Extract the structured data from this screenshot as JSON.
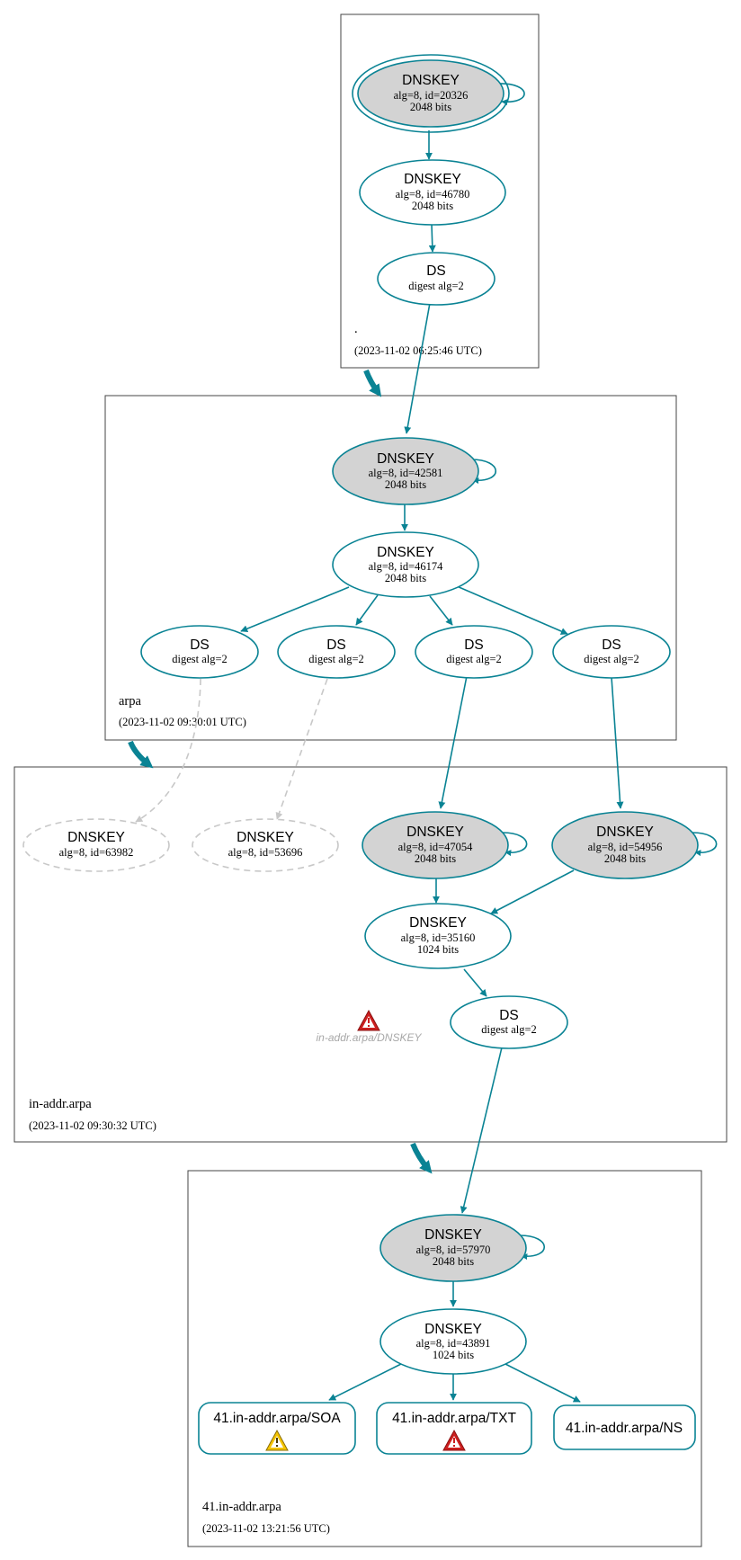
{
  "colors": {
    "edge": "#0a8394",
    "node_stroke": "#0a8394",
    "sep_fill": "#d3d3d3",
    "missing": "#c8c8c8",
    "zone_border": "#444444",
    "warning_yellow": "#f5c400",
    "error_red": "#cc1f1f"
  },
  "zones": {
    "root": {
      "name": ".",
      "time": "(2023-11-02 06:25:46 UTC)"
    },
    "arpa": {
      "name": "arpa",
      "time": "(2023-11-02 09:30:01 UTC)"
    },
    "in_addr": {
      "name": "in-addr.arpa",
      "time": "(2023-11-02 09:30:32 UTC)"
    },
    "forty_one": {
      "name": "41.in-addr.arpa",
      "time": "(2023-11-02 13:21:56 UTC)"
    }
  },
  "nodes": {
    "root_ksk": {
      "title": "DNSKEY",
      "line1": "alg=8, id=20326",
      "line2": "2048 bits"
    },
    "root_zsk": {
      "title": "DNSKEY",
      "line1": "alg=8, id=46780",
      "line2": "2048 bits"
    },
    "root_ds": {
      "title": "DS",
      "line1": "digest alg=2"
    },
    "arpa_ksk": {
      "title": "DNSKEY",
      "line1": "alg=8, id=42581",
      "line2": "2048 bits"
    },
    "arpa_zsk": {
      "title": "DNSKEY",
      "line1": "alg=8, id=46174",
      "line2": "2048 bits"
    },
    "arpa_ds1": {
      "title": "DS",
      "line1": "digest alg=2"
    },
    "arpa_ds2": {
      "title": "DS",
      "line1": "digest alg=2"
    },
    "arpa_ds3": {
      "title": "DS",
      "line1": "digest alg=2"
    },
    "arpa_ds4": {
      "title": "DS",
      "line1": "digest alg=2"
    },
    "ia_missing1": {
      "title": "DNSKEY",
      "line1": "alg=8, id=63982"
    },
    "ia_missing2": {
      "title": "DNSKEY",
      "line1": "alg=8, id=53696"
    },
    "ia_ksk1": {
      "title": "DNSKEY",
      "line1": "alg=8, id=47054",
      "line2": "2048 bits"
    },
    "ia_ksk2": {
      "title": "DNSKEY",
      "line1": "alg=8, id=54956",
      "line2": "2048 bits"
    },
    "ia_zsk": {
      "title": "DNSKEY",
      "line1": "alg=8, id=35160",
      "line2": "1024 bits"
    },
    "ia_ds": {
      "title": "DS",
      "line1": "digest alg=2"
    },
    "ia_warning": {
      "label": "in-addr.arpa/DNSKEY"
    },
    "f_ksk": {
      "title": "DNSKEY",
      "line1": "alg=8, id=57970",
      "line2": "2048 bits"
    },
    "f_zsk": {
      "title": "DNSKEY",
      "line1": "alg=8, id=43891",
      "line2": "1024 bits"
    },
    "f_soa": {
      "title": "41.in-addr.arpa/SOA",
      "status": "warning"
    },
    "f_txt": {
      "title": "41.in-addr.arpa/TXT",
      "status": "error"
    },
    "f_ns": {
      "title": "41.in-addr.arpa/NS"
    }
  }
}
